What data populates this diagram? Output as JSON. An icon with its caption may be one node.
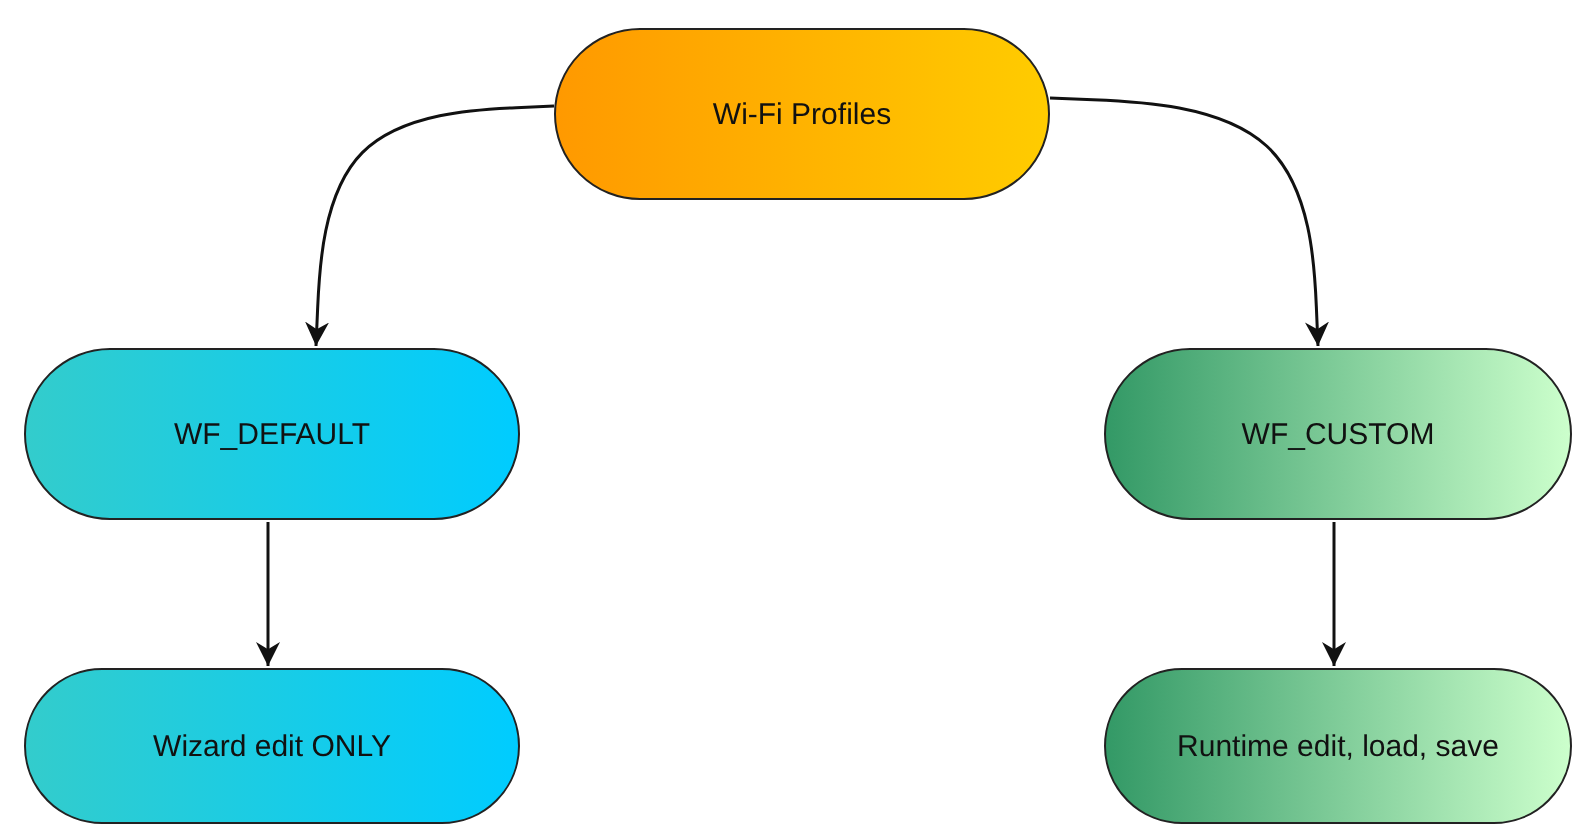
{
  "diagram": {
    "nodes": [
      {
        "text": [
          "Wi-Fi Profiles"
        ]
      },
      {
        "text": [
          "WF_DEFAULT"
        ]
      },
      {
        "text": [
          "WF_CUSTOM"
        ]
      },
      {
        "text": [
          "Wizard edit ONLY"
        ]
      },
      {
        "text": [
          "Runtime edit, load, save"
        ]
      }
    ],
    "edges": [
      {
        "from": 0,
        "to": 1,
        "arrow": "to"
      },
      {
        "from": 0,
        "to": 2,
        "arrow": "to"
      },
      {
        "from": 1,
        "to": 3,
        "arrow": "to"
      },
      {
        "from": 2,
        "to": 4,
        "arrow": "to"
      }
    ]
  }
}
